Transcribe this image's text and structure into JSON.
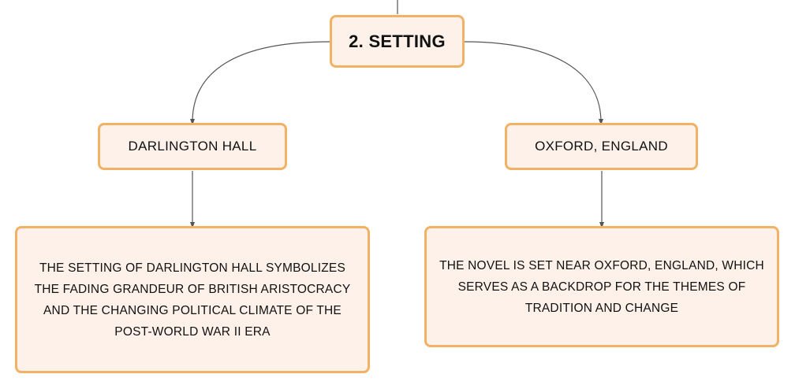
{
  "diagram": {
    "root": {
      "label": "2. SETTING"
    },
    "branches": [
      {
        "label": "DARLINGTON HALL",
        "detail": "THE SETTING OF DARLINGTON HALL SYMBOLIZES THE FADING GRANDEUR OF BRITISH ARISTOCRACY AND THE CHANGING POLITICAL CLIMATE OF THE POST-WORLD WAR II ERA"
      },
      {
        "label": "OXFORD, ENGLAND",
        "detail": "THE NOVEL IS SET NEAR OXFORD, ENGLAND, WHICH SERVES AS A BACKDROP FOR THE THEMES OF TRADITION AND CHANGE"
      }
    ],
    "colors": {
      "node_fill": "#fdf1e9",
      "node_border": "#f2b266",
      "connector": "#555555",
      "text": "#111111"
    }
  }
}
